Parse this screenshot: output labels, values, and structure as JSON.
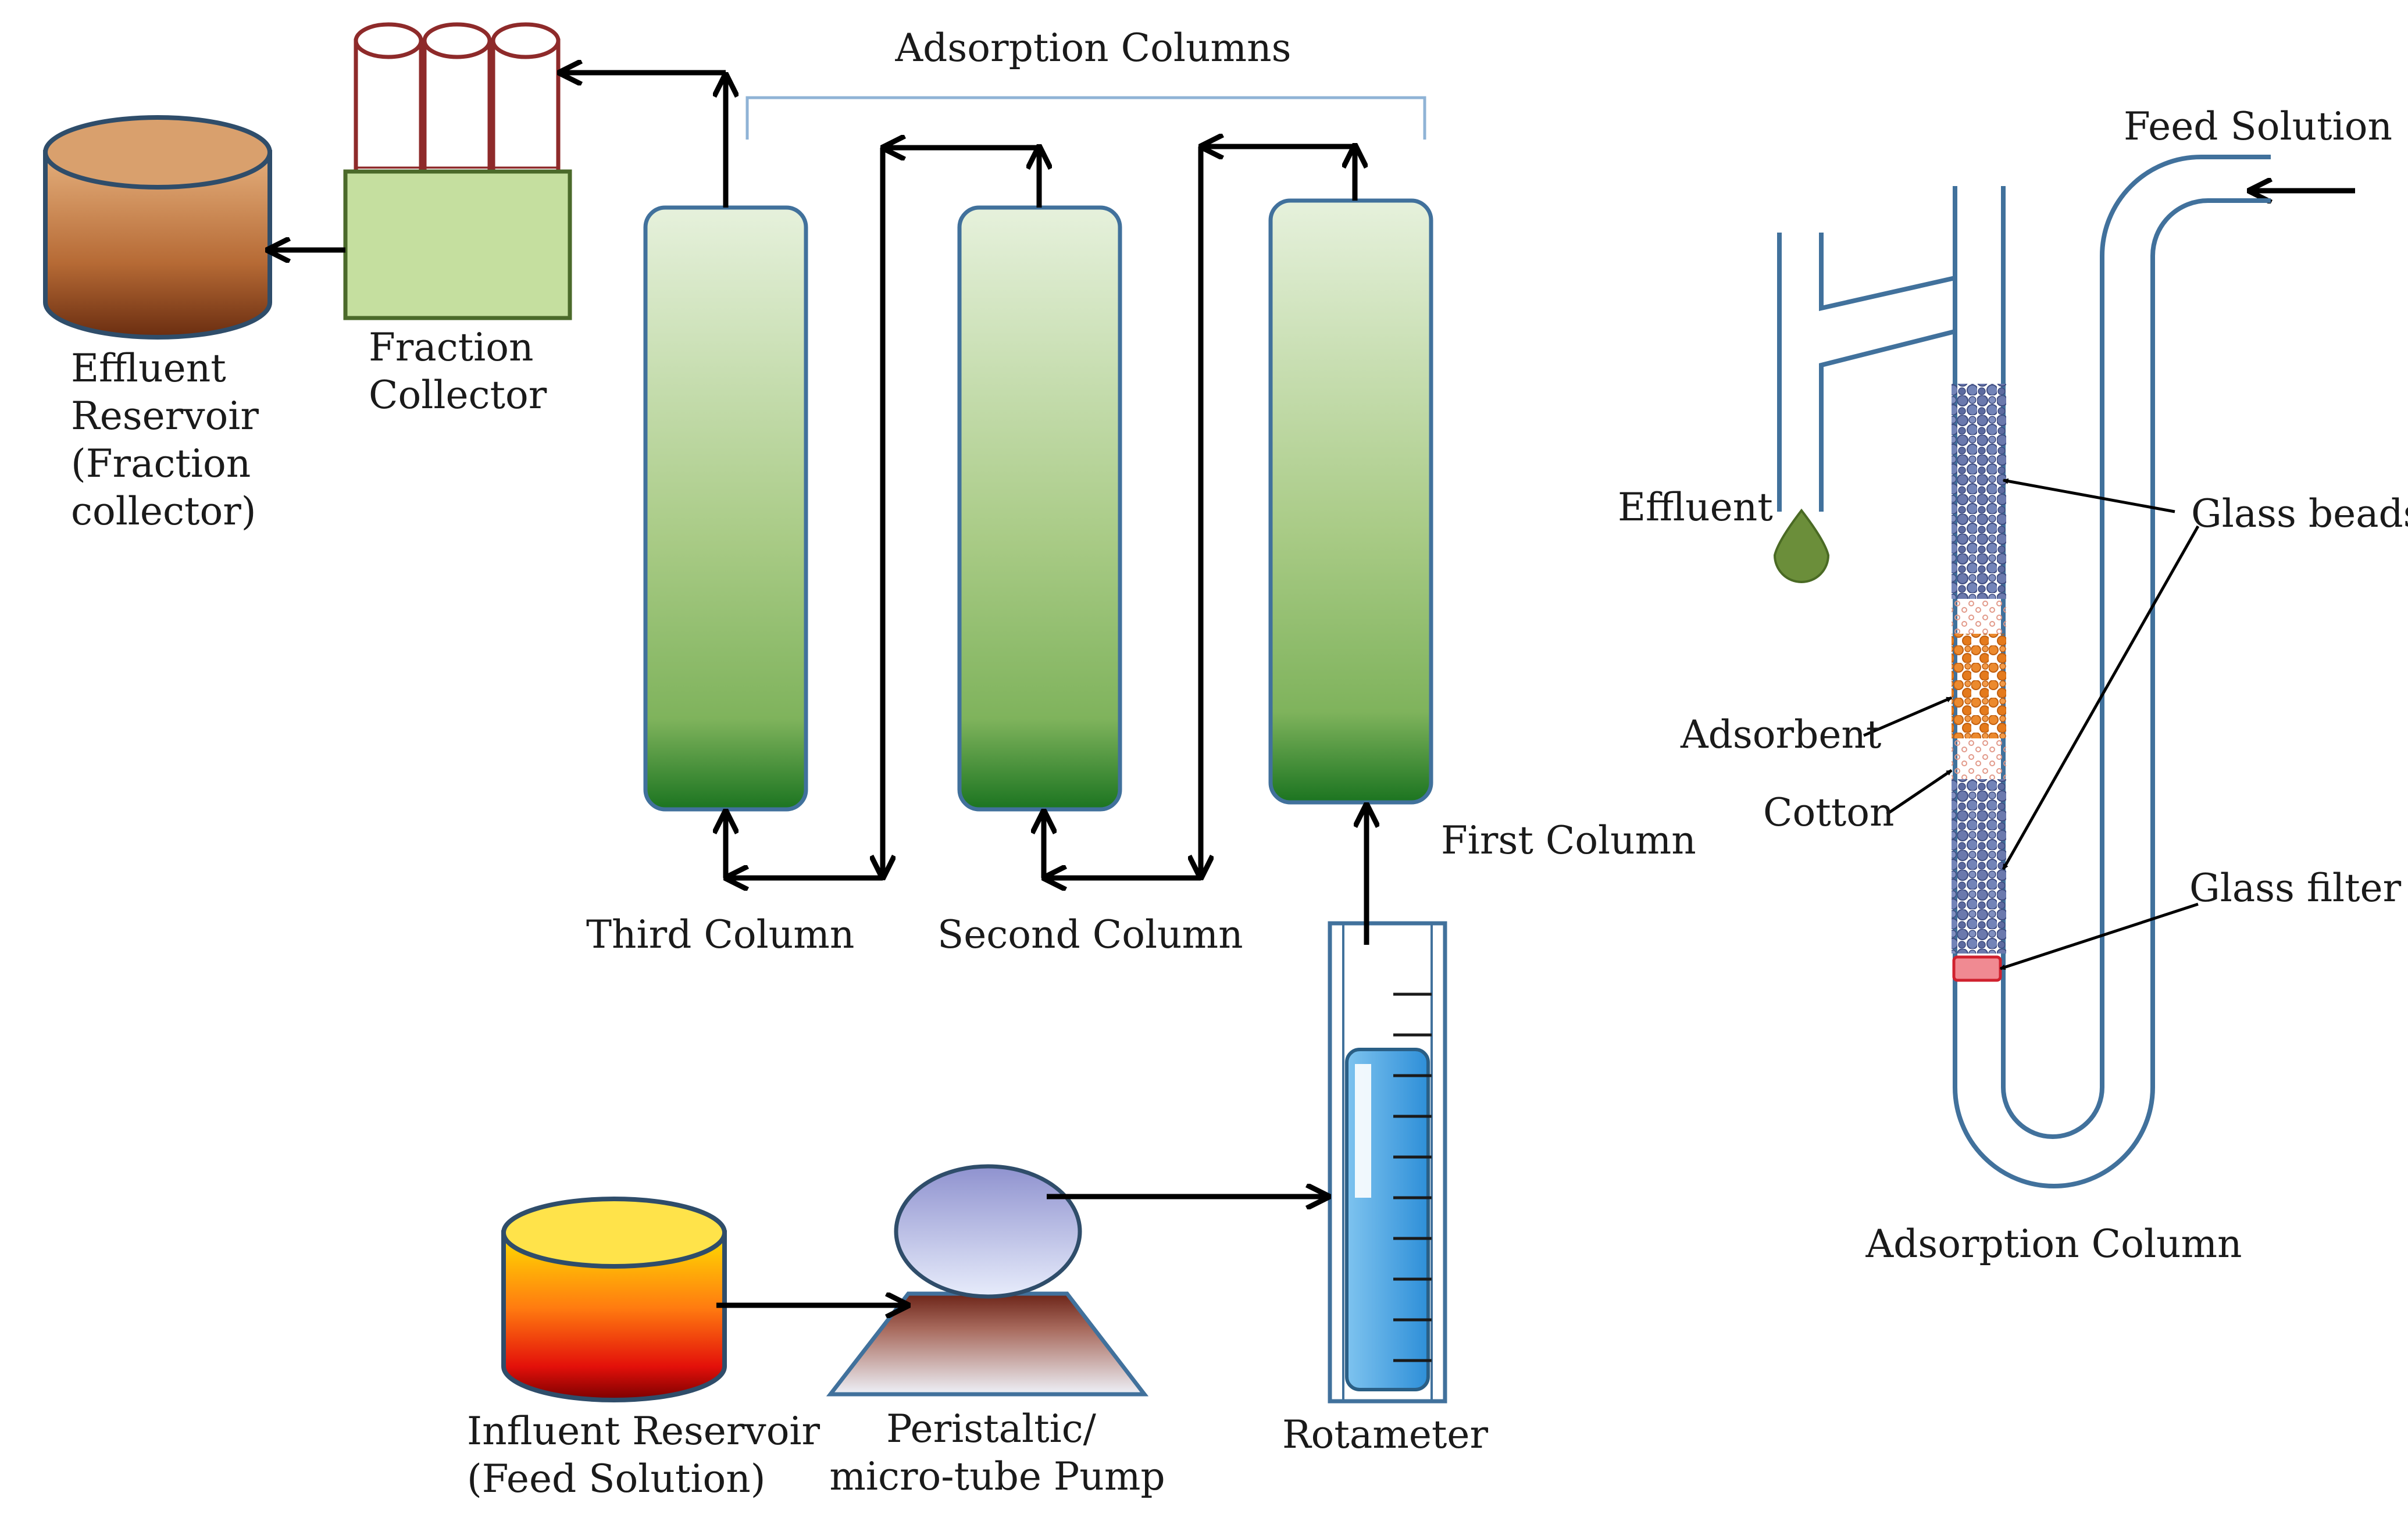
{
  "labels": {
    "adsorption_columns": "Adsorption Columns",
    "effluent_reservoir": [
      "Effluent",
      "Reservoir",
      "(Fraction",
      "collector)"
    ],
    "fraction_collector": [
      "Fraction",
      "Collector"
    ],
    "third_column": "Third Column",
    "second_column": "Second Column",
    "first_column": "First Column",
    "influent_reservoir": [
      "Influent Reservoir",
      "(Feed Solution)"
    ],
    "pump": [
      "Peristaltic/",
      "micro-tube Pump"
    ],
    "rotameter": "Rotameter",
    "feed_solution": "Feed Solution",
    "effluent": "Effluent",
    "glass_beads": "Glass beads",
    "adsorbent": "Adsorbent",
    "cotton": "Cotton",
    "glass_filter": "Glass filter",
    "adsorption_column": "Adsorption Column"
  },
  "colors": {
    "arrow": "#000000",
    "tube_outline": "#41719c",
    "column_outline": "#41719c",
    "column_top": "#e2efd9",
    "column_bottom": "#1e7a22",
    "collector_fill": "#c5df9f",
    "collector_stroke": "#4b6a2a",
    "tube_rack_stroke": "#8e2a2a",
    "bead": "#6a7bb0",
    "adsorbent": "#e07a1f",
    "filter": "#e0454f",
    "drop": "#6b8e3a"
  }
}
